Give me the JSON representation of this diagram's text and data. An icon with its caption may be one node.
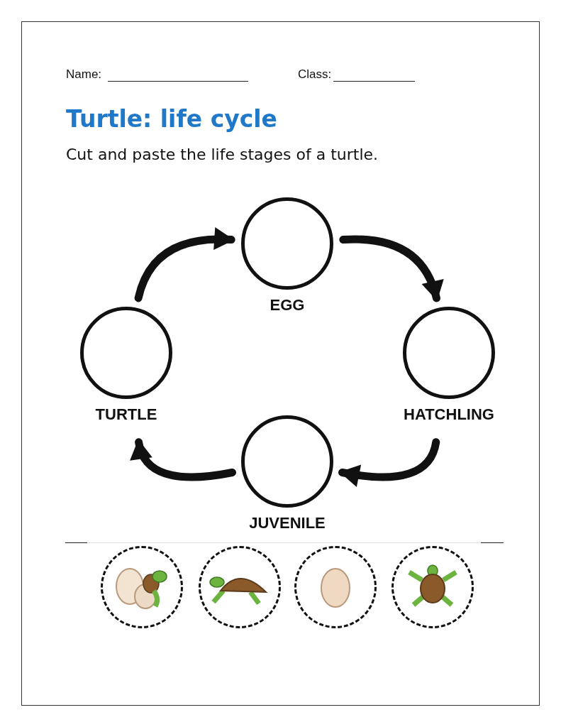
{
  "diagram": {
    "title": "Turtle: life cycle",
    "nodes": [
      {
        "text": [
          "EGG"
        ]
      },
      {
        "text": [
          "TURTLE"
        ]
      },
      {
        "text": [
          "HATCHLING"
        ]
      },
      {
        "text": [
          "JUVENILE"
        ]
      },
      {
        "text": [],
        "shape": "picture"
      },
      {
        "text": [],
        "shape": "picture"
      },
      {
        "text": [],
        "shape": "picture"
      },
      {
        "text": [],
        "shape": "picture"
      }
    ],
    "edges": [
      {
        "from": 1,
        "to": 0,
        "arrow": "to"
      },
      {
        "from": 0,
        "to": 2,
        "arrow": "to"
      },
      {
        "from": 2,
        "to": 3,
        "arrow": "to"
      },
      {
        "from": 3,
        "to": 1,
        "arrow": "to"
      }
    ],
    "labels": [
      "Name:",
      "Class:",
      "Cut and paste the life stages of a turtle."
    ]
  }
}
